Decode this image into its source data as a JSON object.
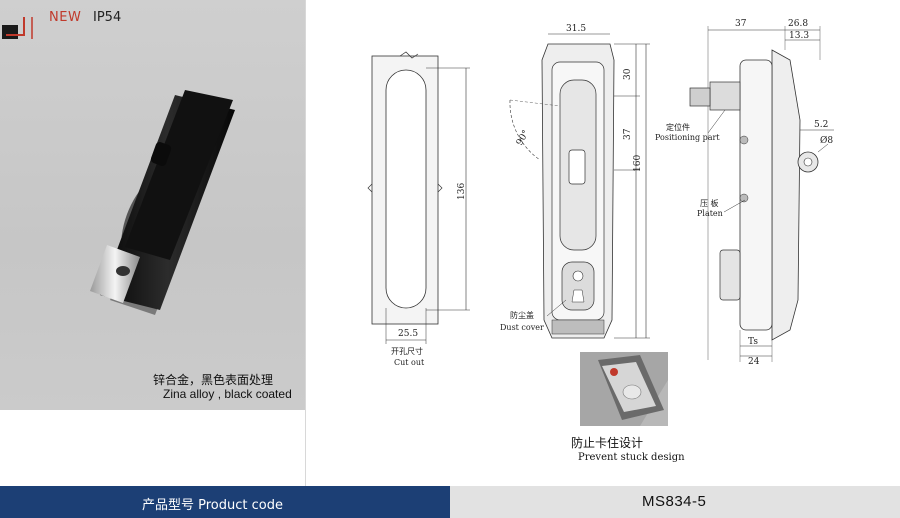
{
  "badge": {
    "new": "NEW",
    "rating": "IP54"
  },
  "material": {
    "cn": "锌合金，黑色表面处理",
    "en": "Zina alloy , black coated"
  },
  "cutout": {
    "width": "25.5",
    "height": "136",
    "label_cn": "开孔尺寸",
    "label_en": "Cut out"
  },
  "front": {
    "width": "31.5",
    "d30": "30",
    "d37": "37",
    "d160": "160",
    "angle": "90°",
    "dust_cn": "防尘盖",
    "dust_en": "Dust cover"
  },
  "side": {
    "d37": "37",
    "d26_8": "26.8",
    "d13_3": "13.3",
    "d5_2": "5.2",
    "phi8": "Ø8",
    "ts": "Ts",
    "d24": "24",
    "pos_cn": "定位件",
    "pos_en": "Positioning part",
    "plate_cn": "压 板",
    "plate_en": "Platen"
  },
  "inset": {
    "cn": "防止卡住设计",
    "en": "Prevent stuck design"
  },
  "footer": {
    "label": "产品型号  Product code",
    "code": "MS834-5"
  }
}
